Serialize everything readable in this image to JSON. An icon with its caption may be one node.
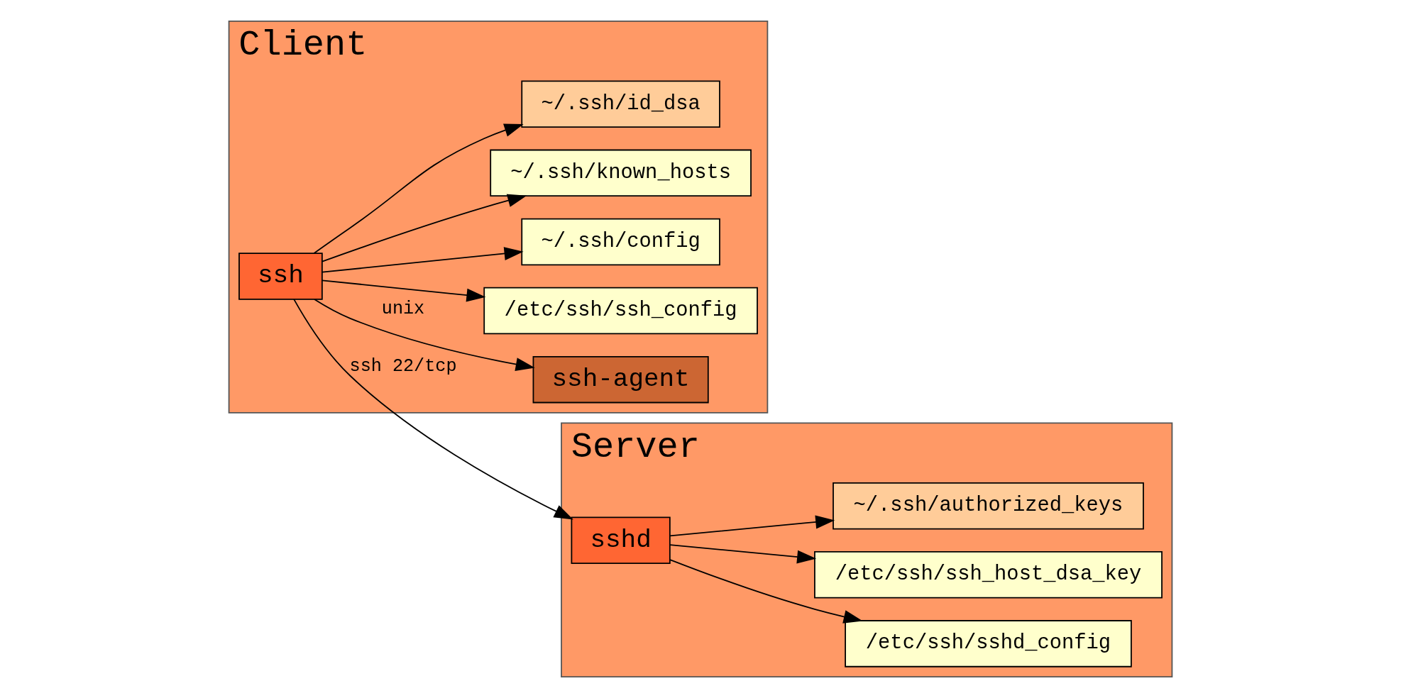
{
  "diagram": {
    "nodes": [
      {
        "text": [
          "Client"
        ]
      },
      {
        "text": [
          "ssh"
        ],
        "in": 0
      },
      {
        "text": [
          "ssh-agent"
        ],
        "in": 0
      },
      {
        "text": [
          "/etc/ssh/ssh_config"
        ],
        "in": 0
      },
      {
        "text": [
          "~/.ssh/config"
        ],
        "in": 0
      },
      {
        "text": [
          "~/.ssh/known_hosts"
        ],
        "in": 0
      },
      {
        "text": [
          "~/.ssh/id_dsa"
        ],
        "in": 0
      },
      {
        "text": [
          "Server"
        ]
      },
      {
        "text": [
          "sshd"
        ],
        "in": 7
      },
      {
        "text": [
          "/etc/ssh/sshd_config"
        ],
        "in": 7
      },
      {
        "text": [
          "/etc/ssh/ssh_host_dsa_key"
        ],
        "in": 7
      },
      {
        "text": [
          "~/.ssh/authorized_keys"
        ],
        "in": 7
      }
    ],
    "edges": [
      {
        "from": 1,
        "to": 8,
        "arrow": "to",
        "label": "ssh 22/tcp"
      },
      {
        "from": 1,
        "to": 2,
        "arrow": "to",
        "label": "unix"
      },
      {
        "from": 1,
        "to": 3,
        "arrow": "to"
      },
      {
        "from": 1,
        "to": 4,
        "arrow": "to"
      },
      {
        "from": 1,
        "to": 5,
        "arrow": "to"
      },
      {
        "from": 1,
        "to": 6,
        "arrow": "to"
      },
      {
        "from": 8,
        "to": 9,
        "arrow": "to"
      },
      {
        "from": 8,
        "to": 10,
        "arrow": "to"
      },
      {
        "from": 8,
        "to": 11,
        "arrow": "to"
      }
    ]
  }
}
